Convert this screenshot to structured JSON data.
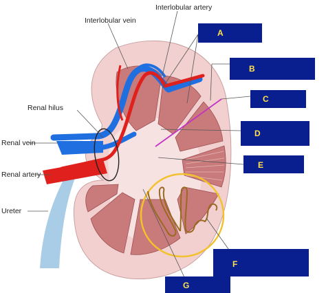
{
  "labels": {
    "interlobular_vein": "Interlobular vein",
    "interlobular_artery": "Interlobular artery",
    "renal_hilus": "Renal hilus",
    "renal_vein": "Renal vein",
    "renal_artery": "Renal artery",
    "ureter": "Ureter"
  },
  "answer_boxes": {
    "a": "A",
    "b": "B",
    "c": "C",
    "d": "D",
    "e": "E",
    "f": "F",
    "g": "G"
  },
  "colors": {
    "box_fill": "#0a1f8f",
    "box_letter": "#ffe14d",
    "cortex": "#f2d0d0",
    "pyramid": "#c97a7a",
    "artery": "#e0201c",
    "vein": "#1f6fe0",
    "ureter": "#a9cde6",
    "nephron_circle": "#f2c22e",
    "pointer_magenta": "#c433c4"
  }
}
